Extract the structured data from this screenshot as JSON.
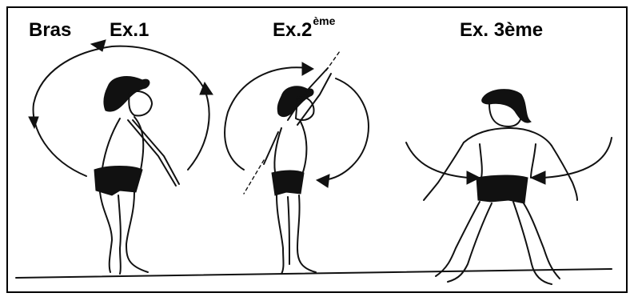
{
  "labels": {
    "bras": "Bras",
    "ex1": "Ex.1",
    "ex2_main": "Ex.2",
    "ex2_sup": "ème",
    "ex3": "Ex. 3ème"
  },
  "icons": [
    "circular-arrow-icon",
    "inward-arrow-icon"
  ],
  "colors": {
    "ink": "#111111",
    "background": "#ffffff"
  }
}
